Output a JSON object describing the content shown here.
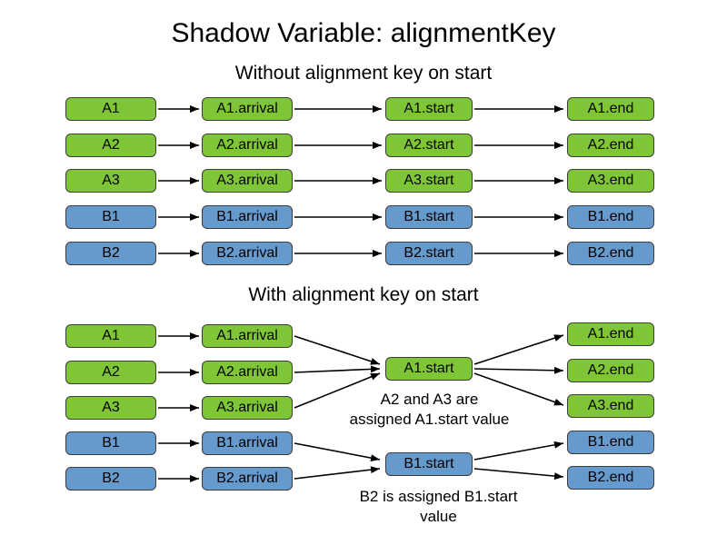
{
  "title": "Shadow Variable: alignmentKey",
  "colors": {
    "green": "#7ec636",
    "blue": "#6699cc",
    "border": "#3c3c3c",
    "arrow": "#000000"
  },
  "sections": {
    "without": {
      "subtitle": "Without alignment key on start",
      "rows": [
        {
          "entity": "A1",
          "arrival": "A1.arrival",
          "start": "A1.start",
          "end": "A1.end",
          "color": "green"
        },
        {
          "entity": "A2",
          "arrival": "A2.arrival",
          "start": "A2.start",
          "end": "A2.end",
          "color": "green"
        },
        {
          "entity": "A3",
          "arrival": "A3.arrival",
          "start": "A3.start",
          "end": "A3.end",
          "color": "green"
        },
        {
          "entity": "B1",
          "arrival": "B1.arrival",
          "start": "B1.start",
          "end": "B1.end",
          "color": "blue"
        },
        {
          "entity": "B2",
          "arrival": "B2.arrival",
          "start": "B2.start",
          "end": "B2.end",
          "color": "blue"
        }
      ]
    },
    "with": {
      "subtitle": "With alignment key on start",
      "entities": [
        "A1",
        "A2",
        "A3",
        "B1",
        "B2"
      ],
      "arrivals": [
        "A1.arrival",
        "A2.arrival",
        "A3.arrival",
        "B1.arrival",
        "B2.arrival"
      ],
      "starts": [
        "A1.start",
        "B1.start"
      ],
      "ends": [
        "A1.end",
        "A2.end",
        "A3.end",
        "B1.end",
        "B2.end"
      ],
      "note_a": {
        "line1": "A2 and A3 are",
        "line2": "assigned A1.start value"
      },
      "note_b": {
        "line1": "B2 is assigned B1.start",
        "line2": "value"
      }
    }
  }
}
